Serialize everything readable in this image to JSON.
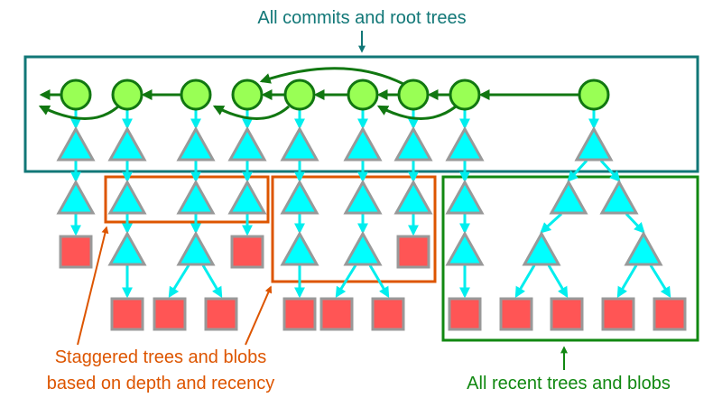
{
  "colors": {
    "commit_fill": "#99ff55",
    "commit_stroke": "#117711",
    "tree_fill": "#00ffff",
    "tree_stroke": "#999999",
    "blob_fill": "#ff5555",
    "blob_stroke": "#999999",
    "tree_edge": "#00eeee",
    "commit_edge": "#117711",
    "teal_box": "#117777",
    "orange_box": "#dd5500",
    "green_box": "#118811",
    "teal_text": "#117777",
    "orange_text": "#dd5500",
    "green_text": "#118811"
  },
  "labels": {
    "top": "All commits and root trees",
    "bottom_left_line1": "Staggered trees and blobs",
    "bottom_left_line2": "based on depth and recency",
    "bottom_right": "All recent trees and blobs"
  },
  "regions": [
    {
      "name": "all-commits-root-trees-box",
      "kind": "teal",
      "label_ref": "top"
    },
    {
      "name": "staggered-box-1",
      "kind": "orange",
      "label_ref": "bottom_left_line1"
    },
    {
      "name": "staggered-box-2",
      "kind": "orange",
      "label_ref": "bottom_left_line1"
    },
    {
      "name": "recent-trees-blobs-box",
      "kind": "green",
      "label_ref": "bottom_right"
    }
  ],
  "nodes": [
    {
      "id": "c1",
      "type": "commit"
    },
    {
      "id": "c2",
      "type": "commit"
    },
    {
      "id": "c3",
      "type": "commit"
    },
    {
      "id": "c4",
      "type": "commit"
    },
    {
      "id": "c5",
      "type": "commit"
    },
    {
      "id": "c6",
      "type": "commit"
    },
    {
      "id": "c7",
      "type": "commit"
    },
    {
      "id": "c8",
      "type": "commit"
    },
    {
      "id": "c9",
      "type": "commit"
    },
    {
      "id": "r1",
      "type": "tree"
    },
    {
      "id": "r2",
      "type": "tree"
    },
    {
      "id": "r3",
      "type": "tree"
    },
    {
      "id": "r4",
      "type": "tree"
    },
    {
      "id": "r5",
      "type": "tree"
    },
    {
      "id": "r6",
      "type": "tree"
    },
    {
      "id": "r7",
      "type": "tree"
    },
    {
      "id": "r8",
      "type": "tree"
    },
    {
      "id": "r9",
      "type": "tree"
    },
    {
      "id": "t1",
      "type": "tree"
    },
    {
      "id": "t2",
      "type": "tree"
    },
    {
      "id": "t3",
      "type": "tree"
    },
    {
      "id": "t4",
      "type": "tree"
    },
    {
      "id": "t5",
      "type": "tree"
    },
    {
      "id": "t6",
      "type": "tree"
    },
    {
      "id": "t7",
      "type": "tree"
    },
    {
      "id": "t8",
      "type": "tree"
    },
    {
      "id": "t9a",
      "type": "tree"
    },
    {
      "id": "t9b",
      "type": "tree"
    },
    {
      "id": "b1",
      "type": "blob"
    },
    {
      "id": "u2",
      "type": "tree"
    },
    {
      "id": "u3",
      "type": "tree"
    },
    {
      "id": "b4",
      "type": "blob"
    },
    {
      "id": "u5",
      "type": "tree"
    },
    {
      "id": "u6",
      "type": "tree"
    },
    {
      "id": "b7",
      "type": "blob"
    },
    {
      "id": "u8",
      "type": "tree"
    },
    {
      "id": "u9a",
      "type": "tree"
    },
    {
      "id": "u9b",
      "type": "tree"
    },
    {
      "id": "l2",
      "type": "blob"
    },
    {
      "id": "l3a",
      "type": "blob"
    },
    {
      "id": "l3b",
      "type": "blob"
    },
    {
      "id": "l5",
      "type": "blob"
    },
    {
      "id": "l6a",
      "type": "blob"
    },
    {
      "id": "l6b",
      "type": "blob"
    },
    {
      "id": "l8",
      "type": "blob"
    },
    {
      "id": "l9a",
      "type": "blob"
    },
    {
      "id": "l9b",
      "type": "blob"
    },
    {
      "id": "l9c",
      "type": "blob"
    },
    {
      "id": "l9d",
      "type": "blob"
    }
  ],
  "edges": [
    {
      "from": "c9",
      "to": "c8",
      "kind": "parent"
    },
    {
      "from": "c8",
      "to": "c7",
      "kind": "parent"
    },
    {
      "from": "c8",
      "to": "c6",
      "kind": "parent-curve-below"
    },
    {
      "from": "c7",
      "to": "c4",
      "kind": "parent-curve-above"
    },
    {
      "from": "c6",
      "to": "c5",
      "kind": "parent"
    },
    {
      "from": "c5",
      "to": "c4",
      "kind": "parent"
    },
    {
      "from": "c4",
      "to": "c3",
      "kind": "parent-curve-below-to-left"
    },
    {
      "from": "c3",
      "to": "c2",
      "kind": "parent"
    },
    {
      "from": "c2",
      "to": "c1",
      "kind": "parent-curve-below-to-left"
    },
    {
      "from": "c1",
      "to": "off-left",
      "kind": "parent"
    }
  ]
}
